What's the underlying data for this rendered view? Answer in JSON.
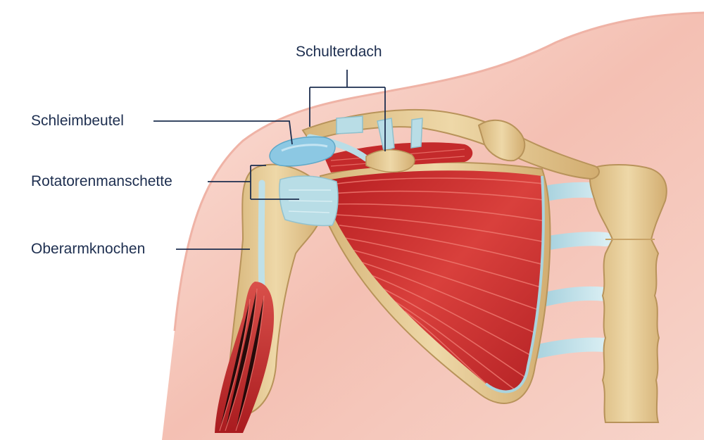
{
  "labels": {
    "roof": "Schulterdach",
    "bursa": "Schleimbeutel",
    "rotator_cuff": "Rotatorenmanschette",
    "humerus": "Oberarmknochen"
  },
  "colors": {
    "skin": "#f5c7bc",
    "skin_edge": "#e39a8d",
    "bone": "#e8cf9a",
    "bone_shade": "#c9a367",
    "muscle": "#c62c2c",
    "muscle_fiber": "#e8655e",
    "tendon": "#b9dde6",
    "bursa": "#8cc8e3",
    "label_text": "#1d2e4f",
    "leader_line": "#1d2e4f"
  }
}
